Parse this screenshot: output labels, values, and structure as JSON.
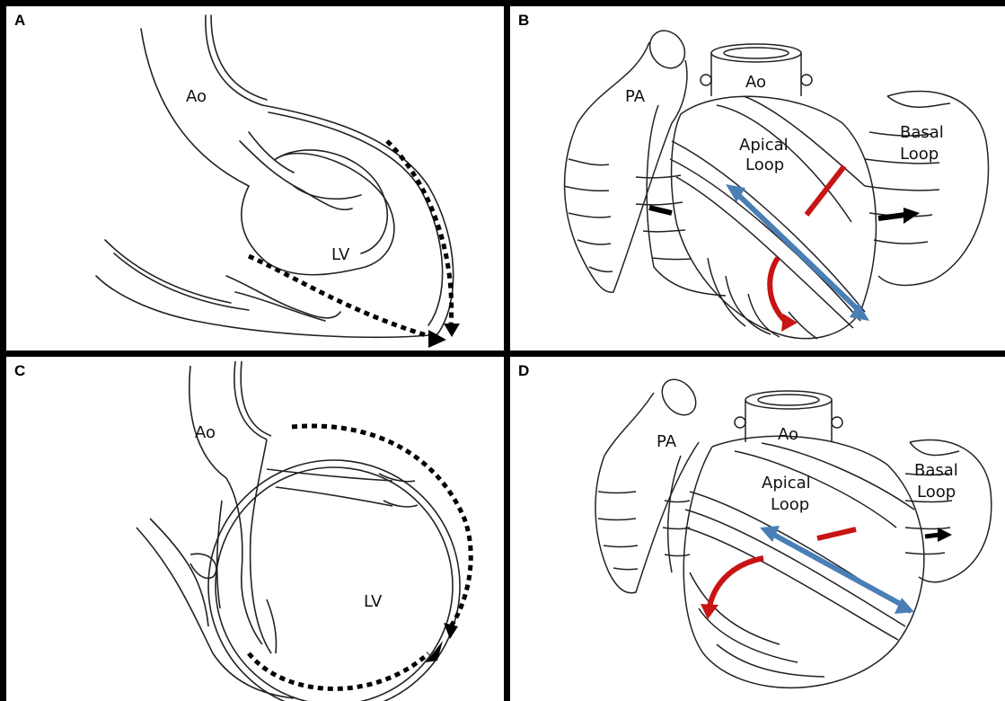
{
  "panels": {
    "a": {
      "letter": "A",
      "ao": "Ao",
      "lv": "LV"
    },
    "b": {
      "letter": "B",
      "pa": "PA",
      "ao": "Ao",
      "apical1": "Apical",
      "apical2": "Loop",
      "basal1": "Basal",
      "basal2": "Loop"
    },
    "c": {
      "letter": "C",
      "ao": "Ao",
      "lv": "LV"
    },
    "d": {
      "letter": "D",
      "pa": "PA",
      "ao": "Ao",
      "apical1": "Apical",
      "apical2": "Loop",
      "basal1": "Basal",
      "basal2": "Loop"
    }
  },
  "colors": {
    "blue_arrow": "#4a7fb5",
    "red_arrow": "#c81414",
    "black_arrow": "#000000",
    "border": "#000000"
  }
}
